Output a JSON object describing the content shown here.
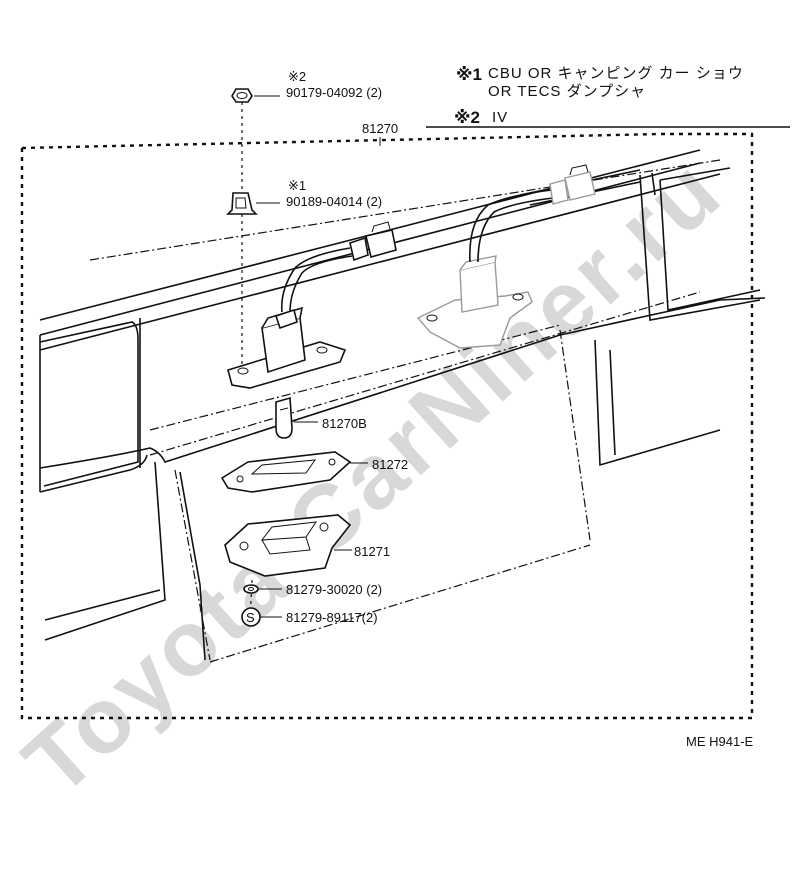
{
  "notes": {
    "note1_mark": "※1",
    "note1_line1": "CBU OR キャンピング カー ショウ",
    "note1_line2": "OR TECS ダンプシャ",
    "note2_mark": "※2",
    "note2_text": "IV"
  },
  "parts": {
    "assembly": "81270",
    "nut_ref": "※2",
    "nut_number": "90179-04092 (2)",
    "clip_ref": "※1",
    "clip_number": "90189-04014 (2)",
    "bulb": "81270B",
    "gasket": "81272",
    "lens": "81271",
    "washer": "81279-30020 (2)",
    "screw": "81279-89117(2)",
    "screw_symbol": "S"
  },
  "diagram_code": "ME  H941-E",
  "watermark": "Toyota-CarNiner.ru"
}
